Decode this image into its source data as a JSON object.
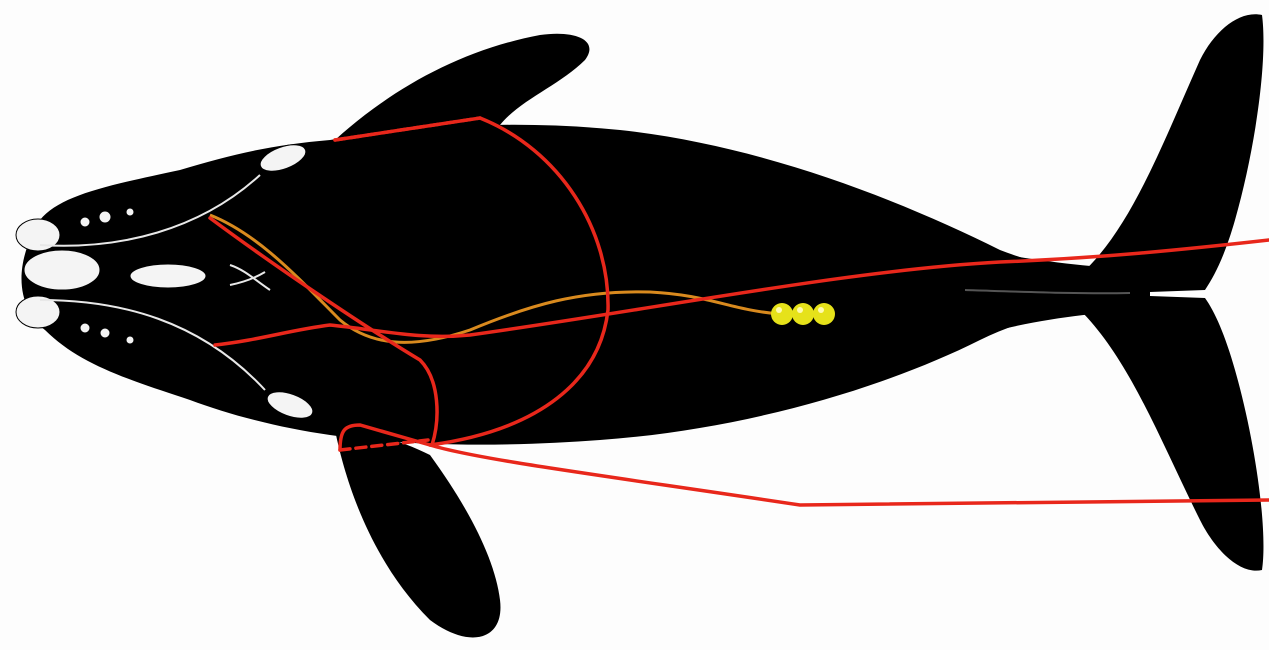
{
  "colors": {
    "background": "#fdfdfd",
    "whale_body": "#000000",
    "callosity": "#f4f4f4",
    "entangling_line": "#e8271b",
    "secondary_line": "#d98a1e",
    "buoy": "#e6e21a"
  },
  "elements": {
    "whale": "right-whale-silhouette",
    "callosities": "head-callosities",
    "lines": "entangling-fishing-lines",
    "buoys": "float-buoys"
  },
  "buoy_count": 3
}
